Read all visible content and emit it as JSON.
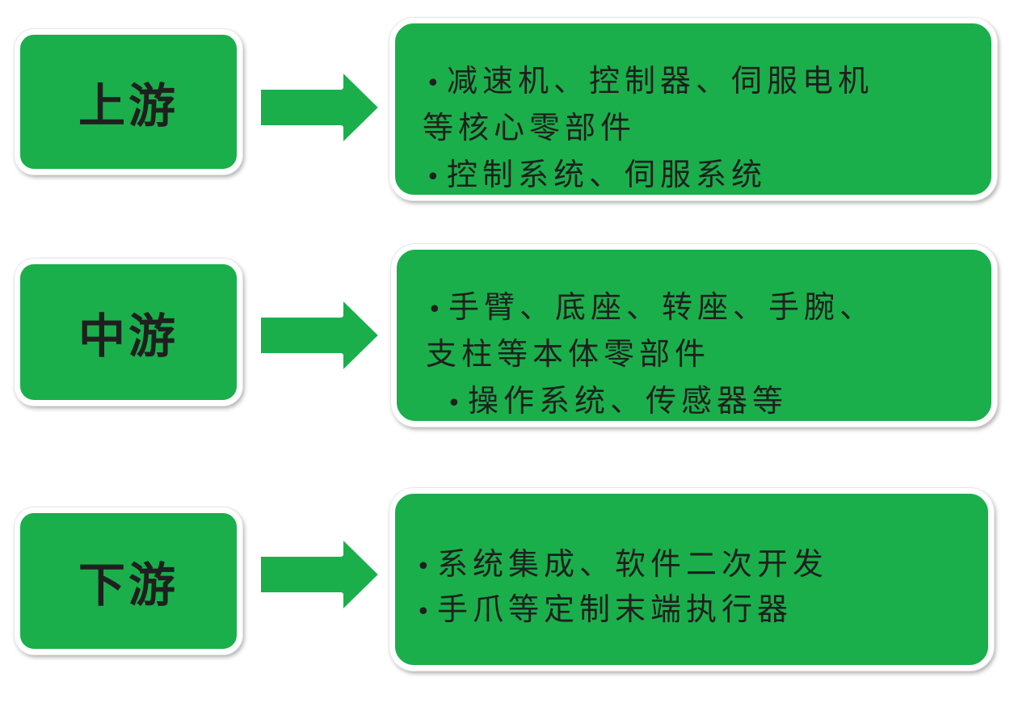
{
  "colors": {
    "box_fill": "#1aaf4b",
    "box_border": "#ffffff",
    "text": "#1f1f1f"
  },
  "rows": [
    {
      "label": "上游",
      "lines": [
        {
          "bullet": "•",
          "text": "减速机、控制器、伺服电机"
        },
        {
          "bullet": "",
          "text": "等核心零部件"
        },
        {
          "bullet": "•",
          "text": "控制系统、伺服系统"
        }
      ]
    },
    {
      "label": "中游",
      "lines": [
        {
          "bullet": "•",
          "text": "手臂、底座、转座、手腕、"
        },
        {
          "bullet": "",
          "text": "支柱等本体零部件"
        },
        {
          "bullet": "•",
          "text": "操作系统、传感器等"
        }
      ]
    },
    {
      "label": "下游",
      "lines": [
        {
          "bullet": "•",
          "text": "系统集成、软件二次开发"
        },
        {
          "bullet": "•",
          "text": "手爪等定制末端执行器"
        }
      ]
    }
  ]
}
